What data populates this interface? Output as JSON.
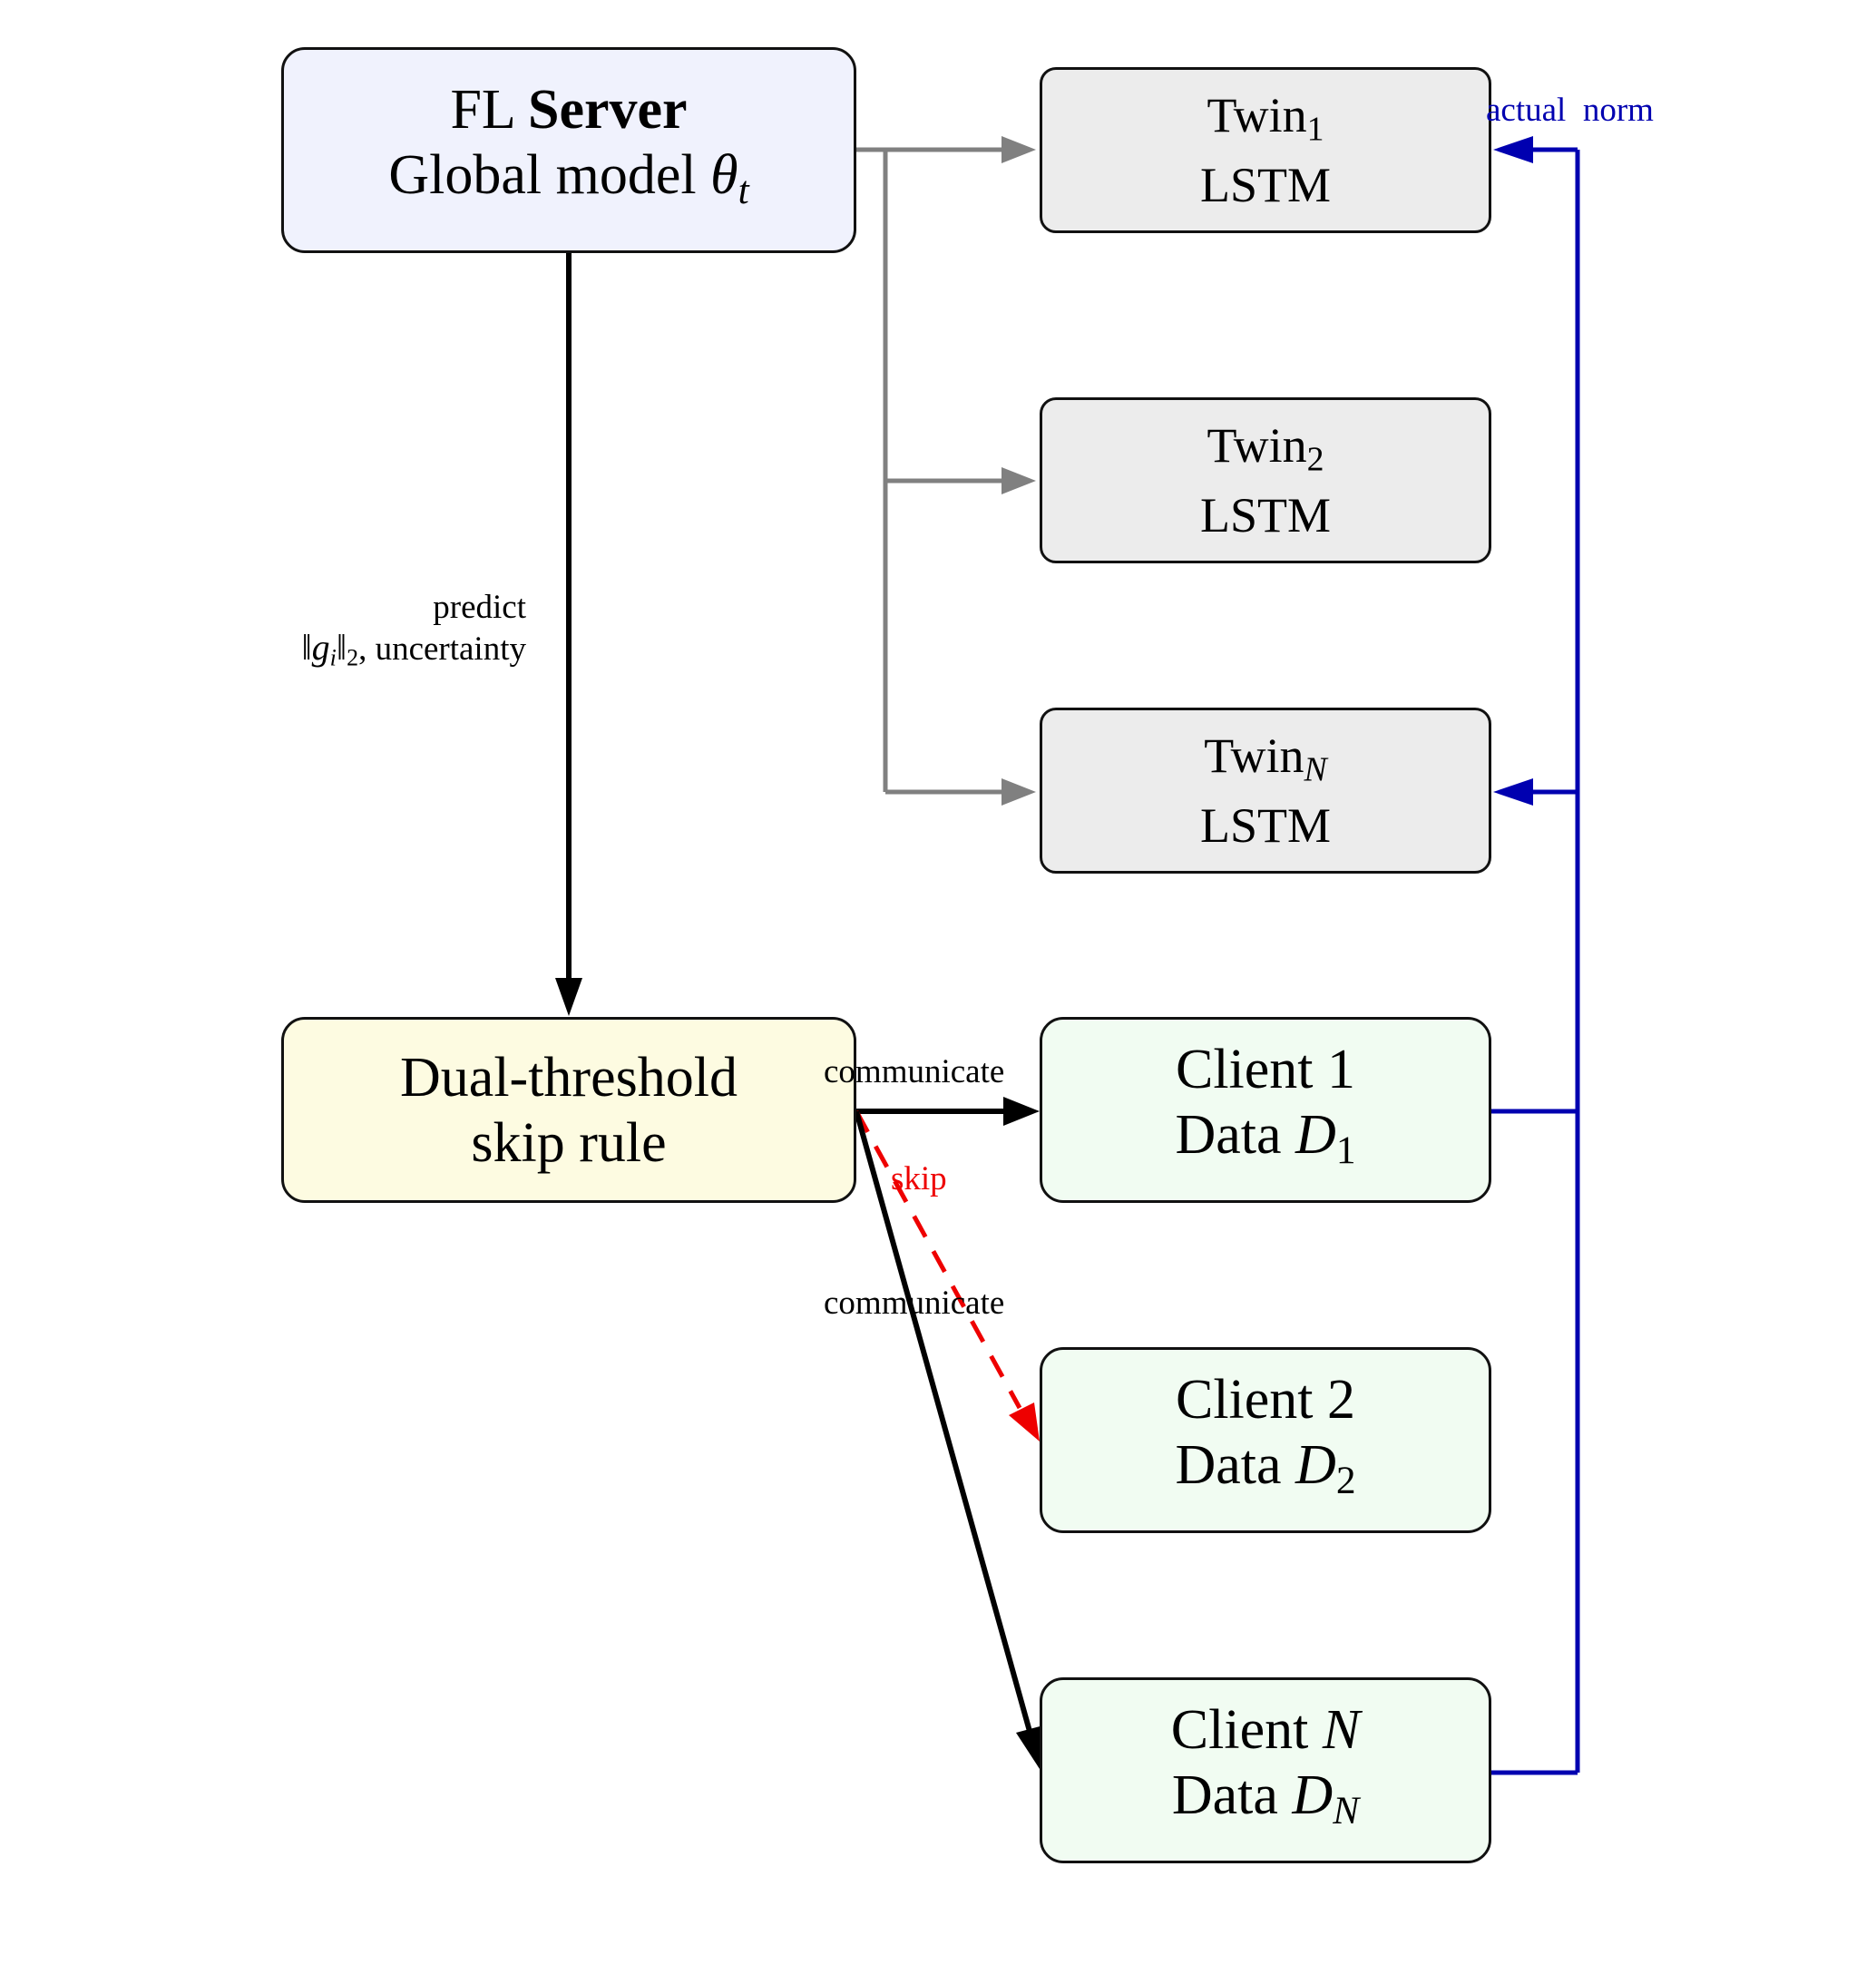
{
  "server": {
    "line1_prefix": "FL",
    "line1_bold": "Server",
    "line2_text": "Global model",
    "line2_symbol": "θ",
    "line2_sub": "t"
  },
  "twins": [
    {
      "name": "Twin",
      "sub": "1",
      "model": "LSTM"
    },
    {
      "name": "Twin",
      "sub": "2",
      "model": "LSTM"
    },
    {
      "name": "Twin",
      "sub": "N",
      "model": "LSTM"
    }
  ],
  "rule": {
    "line1": "Dual-threshold",
    "line2": "skip rule"
  },
  "clients": [
    {
      "name": "Client",
      "index": "1",
      "data_label": "Data",
      "data_symbol": "D",
      "data_sub": "1"
    },
    {
      "name": "Client",
      "index": "2",
      "data_label": "Data",
      "data_symbol": "D",
      "data_sub": "2"
    },
    {
      "name": "Client",
      "index": "N",
      "data_label": "Data",
      "data_symbol": "D",
      "data_sub": "N"
    }
  ],
  "edge_labels": {
    "predict_line1": "predict",
    "predict_norm_g": "g",
    "predict_norm_i": "i",
    "predict_norm_2": "2",
    "predict_rest": ", uncertainty",
    "communicate_top": "communicate",
    "skip": "skip",
    "communicate_bottom": "communicate",
    "actual_norm": "actual  norm"
  },
  "colors": {
    "gray_edge": "#808080",
    "blue_edge": "#0000b0",
    "skip_edge": "#ee0000",
    "black_edge": "#000000"
  }
}
